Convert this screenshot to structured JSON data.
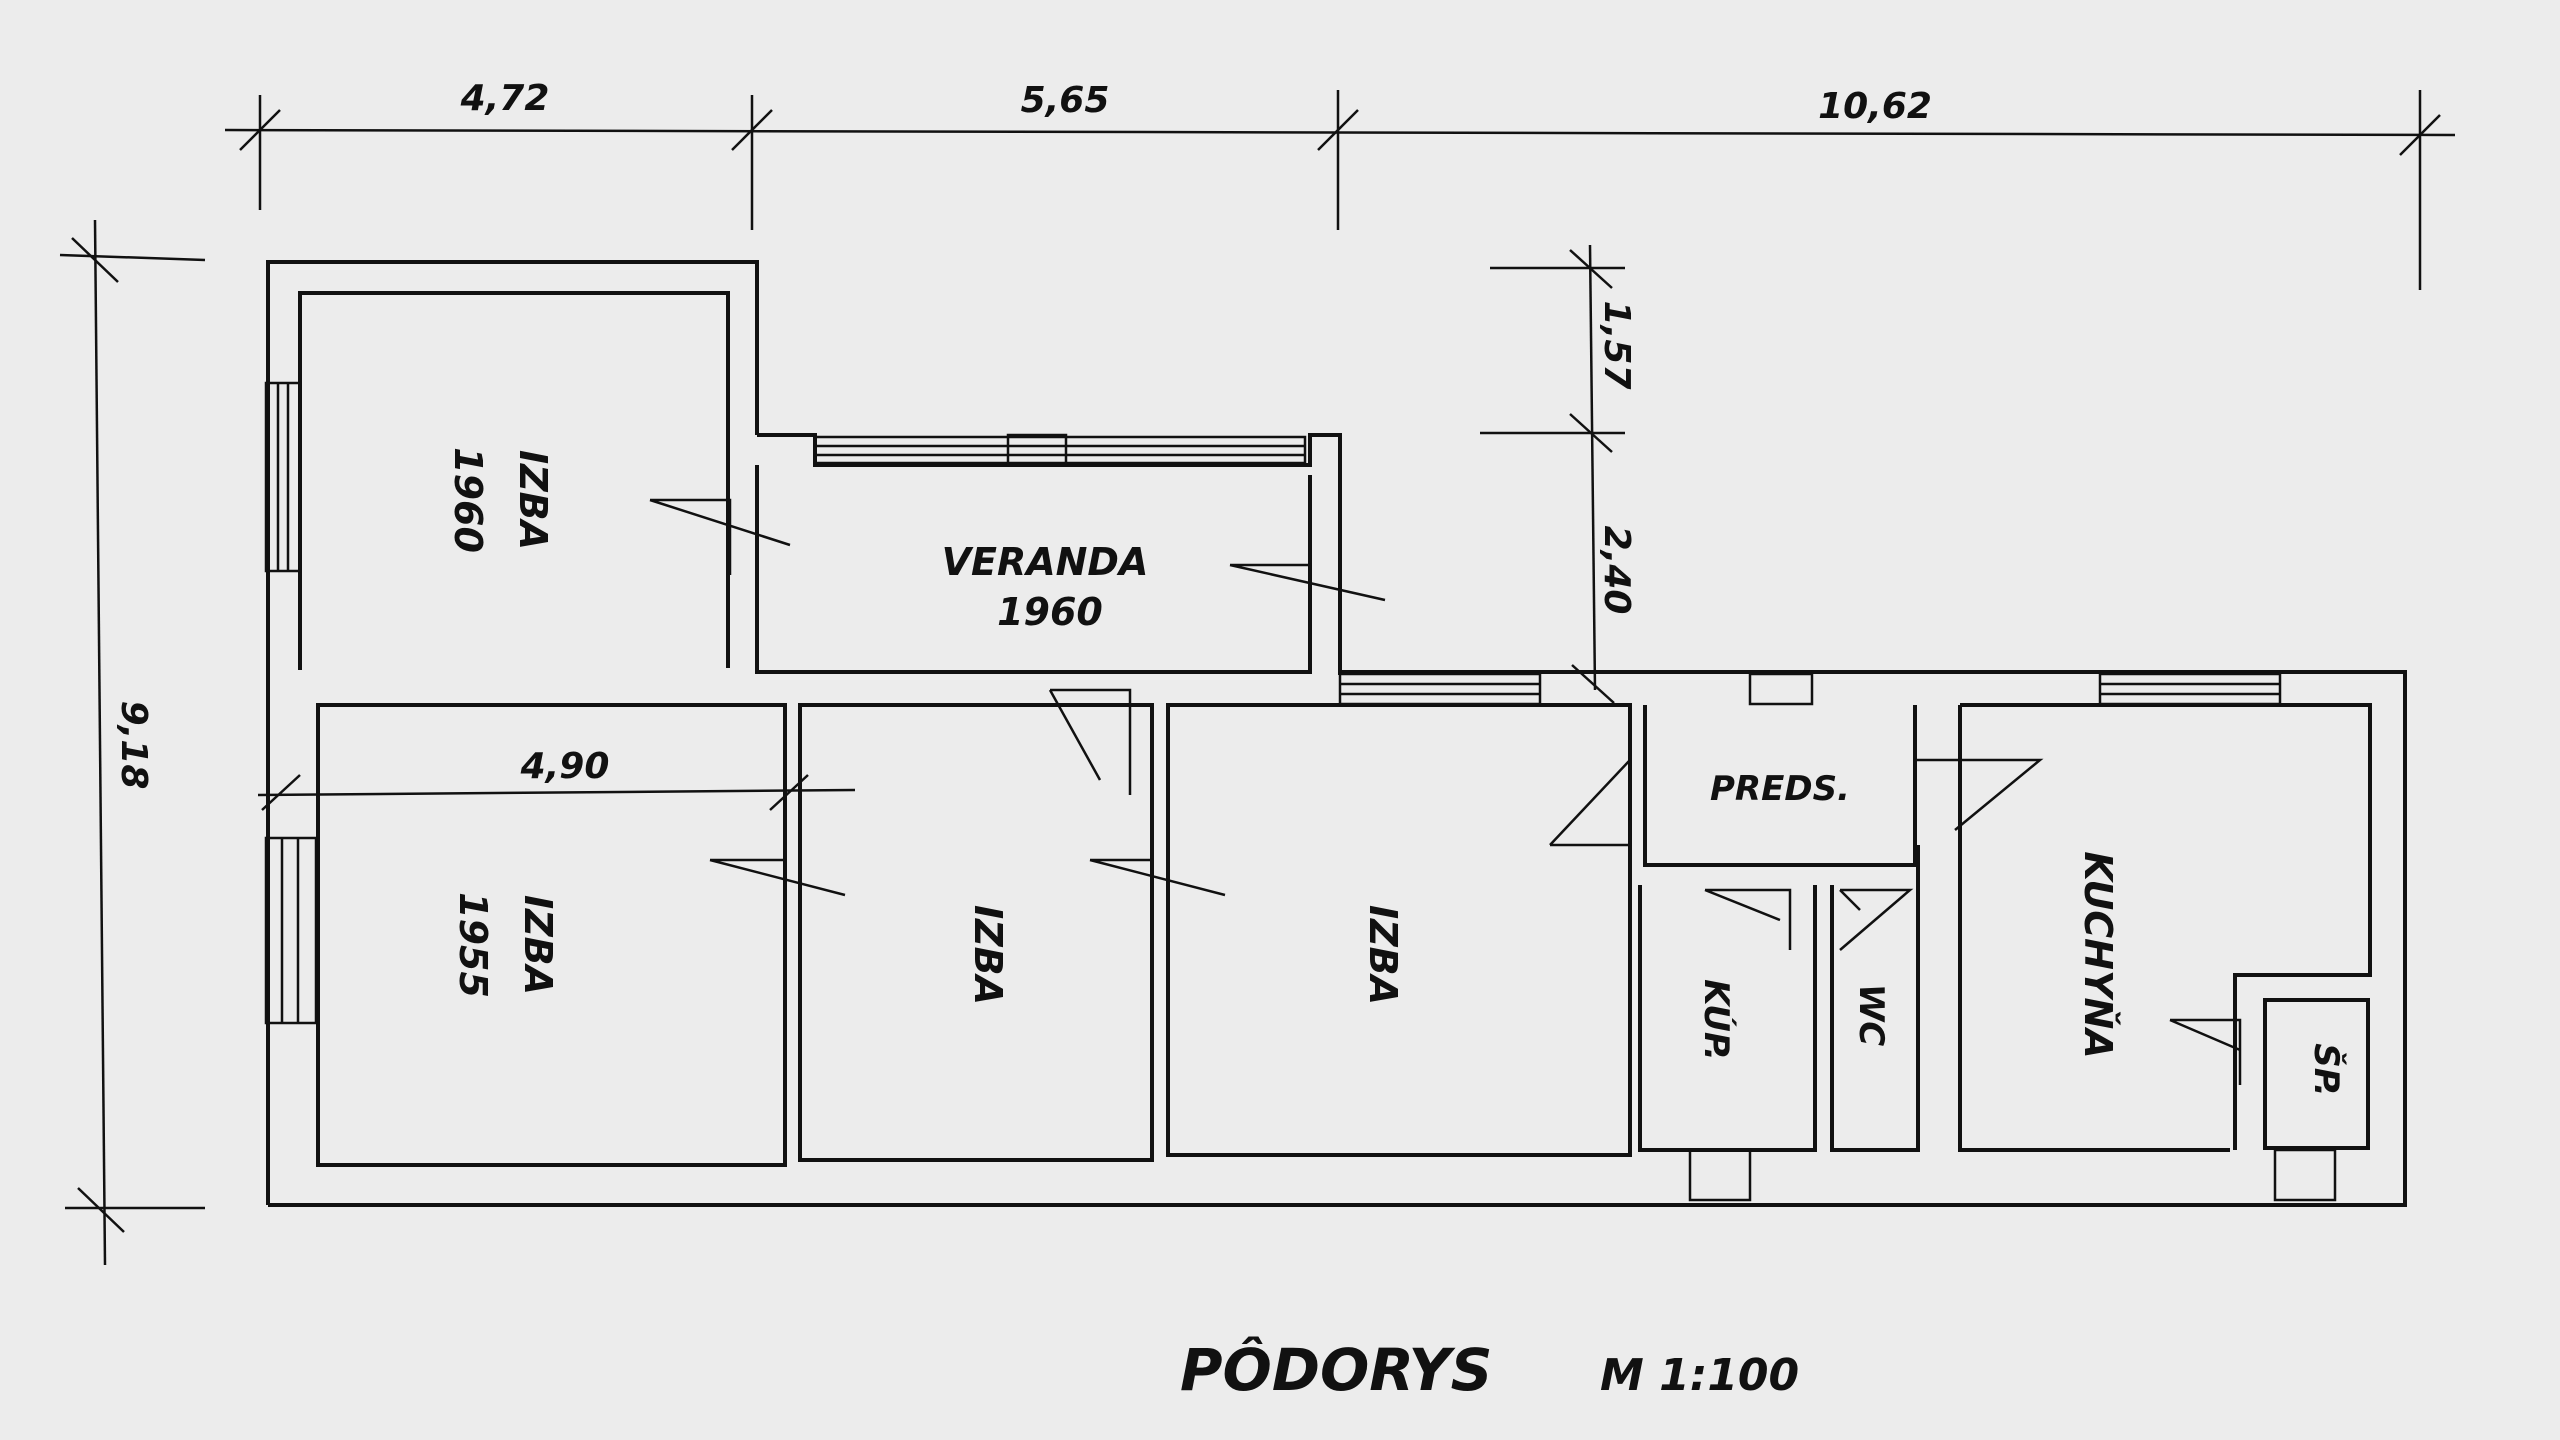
{
  "dimensions": {
    "top": [
      "4,72",
      "5,65",
      "10,62"
    ],
    "left": "9,18",
    "veranda_upper": "1,57",
    "veranda_lower": "2,40",
    "inner": "4,90"
  },
  "rooms": {
    "izba_top": {
      "name": "IZBA",
      "year": "1960"
    },
    "veranda": {
      "name": "VERANDA",
      "year": "1960"
    },
    "izba_bottom_left": {
      "name": "IZBA",
      "year": "1955"
    },
    "izba_middle": {
      "name": "IZBA"
    },
    "izba_right": {
      "name": "IZBA"
    },
    "predsien": {
      "name": "PREDS."
    },
    "kupelna": {
      "name": "KÚP."
    },
    "wc": {
      "name": "WC"
    },
    "kuchyna": {
      "name": "KUCHYŇA"
    },
    "spajza": {
      "name": "ŠP."
    }
  },
  "title": "PÔDORYS",
  "scale": "M 1:100"
}
